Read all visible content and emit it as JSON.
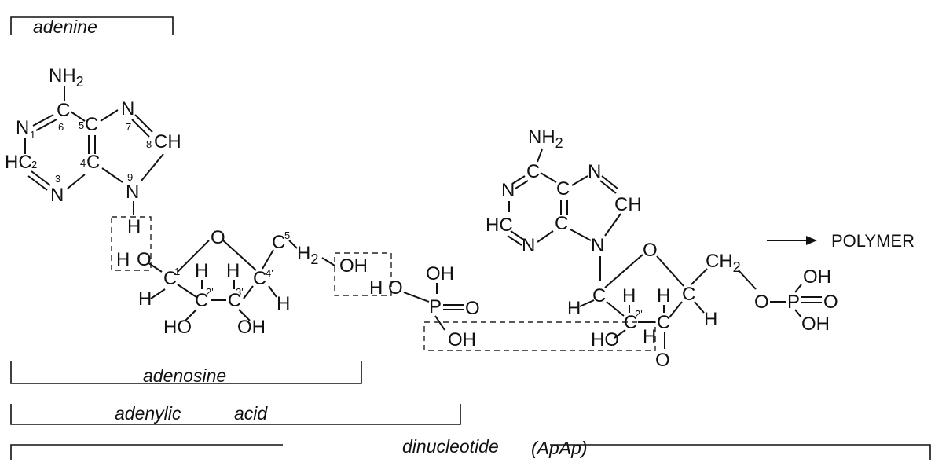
{
  "labels": {
    "adenine": "adenine",
    "adenosine": "adenosine",
    "adenylic": "adenylic",
    "acid": "acid",
    "dinucleotide": "dinucleotide",
    "dinucleotide_sub": "(ApAp)",
    "polymer": "POLYMER"
  },
  "atoms": {
    "nh2": "NH",
    "two": "2",
    "n": "N",
    "c": "C",
    "ch": "CH",
    "hc": "HC",
    "h": "H",
    "ho": "HO",
    "oh": "OH",
    "o": "O",
    "p": "P",
    "c5p": "C",
    "h2": "H",
    "ch2": "CH"
  },
  "numbers": {
    "n1": "1",
    "c2": "2",
    "n3": "3",
    "c4": "4",
    "c5": "5",
    "c6": "6",
    "n7": "7",
    "c8": "8",
    "n9": "9",
    "p1": "1'",
    "p2": "2'",
    "p3": "3'",
    "p4": "4'",
    "p5": "5'"
  }
}
